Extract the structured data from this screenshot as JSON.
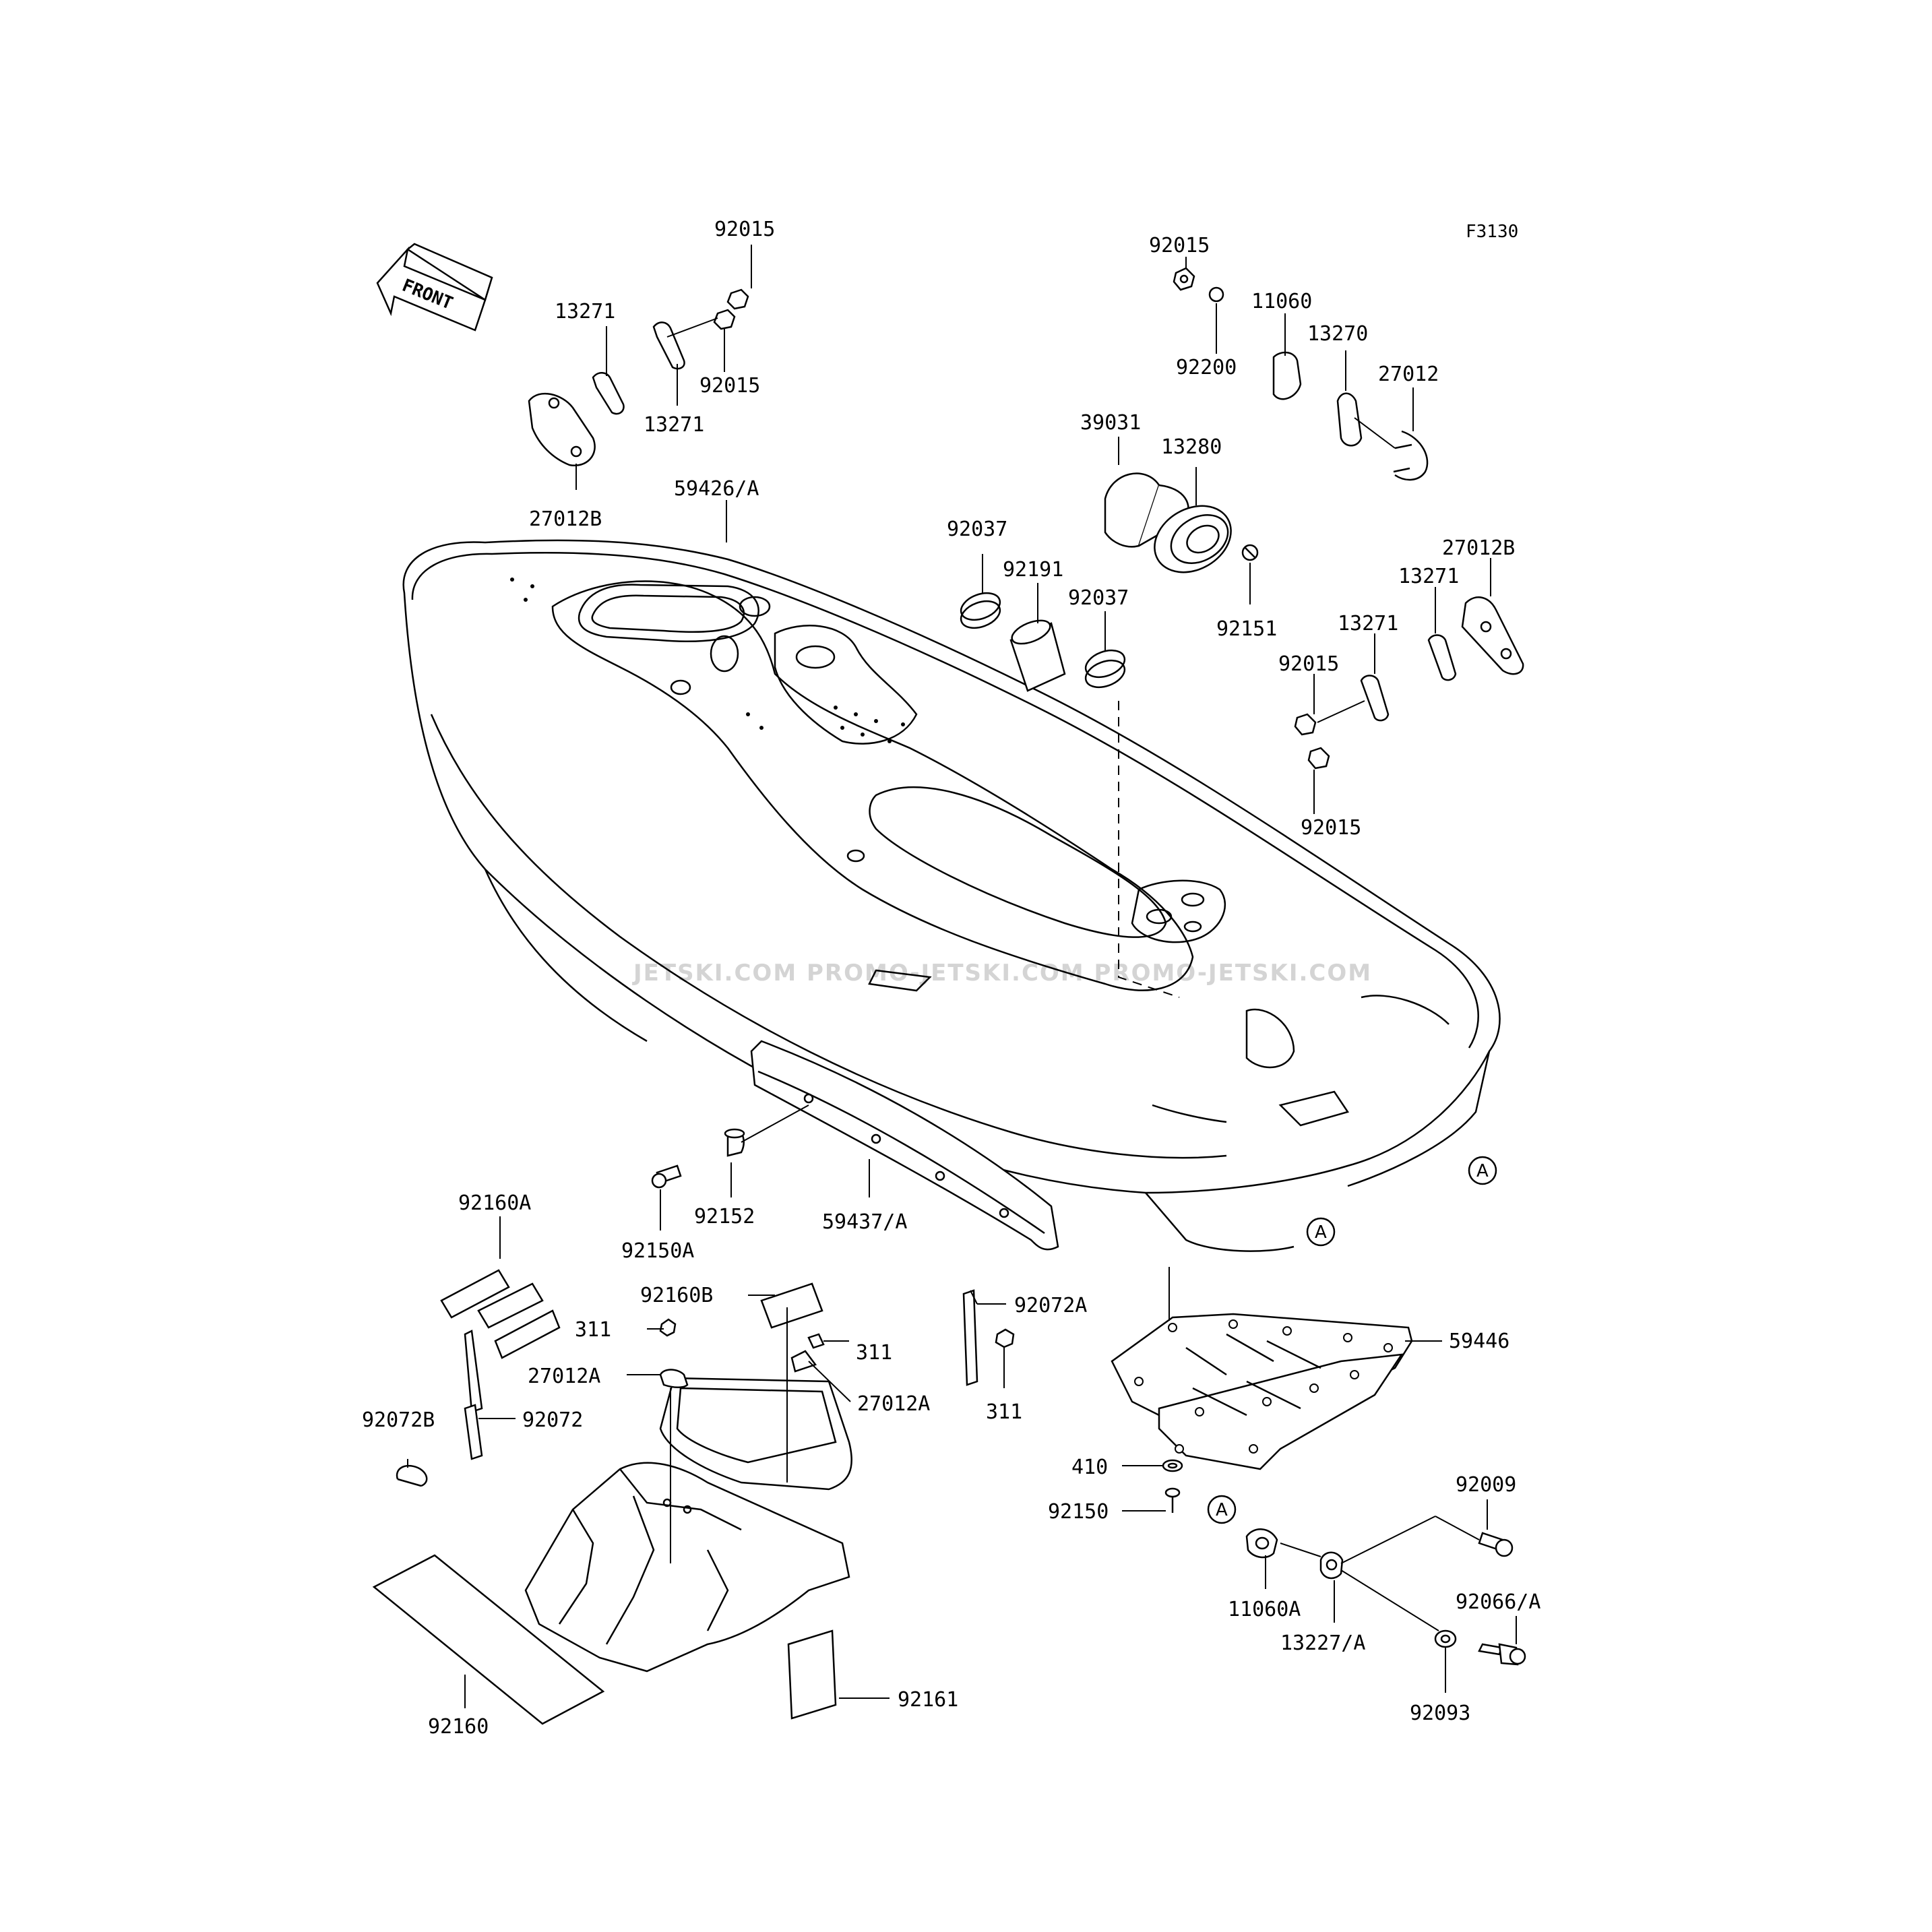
{
  "figure_code": "F3130",
  "direction_label": "FRONT",
  "watermark": "JETSKI.COM  PROMO-JETSKI.COM  PROMO-JETSKI.COM",
  "reference_marker": "A",
  "callouts": [
    {
      "id": "c1",
      "text": "92015"
    },
    {
      "id": "c2",
      "text": "13271"
    },
    {
      "id": "c3",
      "text": "92015"
    },
    {
      "id": "c4",
      "text": "13271"
    },
    {
      "id": "c5",
      "text": "27012B"
    },
    {
      "id": "c6",
      "text": "59426/A"
    },
    {
      "id": "c7",
      "text": "92015"
    },
    {
      "id": "c8",
      "text": "11060"
    },
    {
      "id": "c9",
      "text": "13270"
    },
    {
      "id": "c10",
      "text": "27012"
    },
    {
      "id": "c11",
      "text": "92200"
    },
    {
      "id": "c12",
      "text": "39031"
    },
    {
      "id": "c13",
      "text": "13280"
    },
    {
      "id": "c14",
      "text": "92037"
    },
    {
      "id": "c15",
      "text": "92191"
    },
    {
      "id": "c16",
      "text": "92037"
    },
    {
      "id": "c17",
      "text": "92151"
    },
    {
      "id": "c18",
      "text": "27012B"
    },
    {
      "id": "c19",
      "text": "13271"
    },
    {
      "id": "c20",
      "text": "13271"
    },
    {
      "id": "c21",
      "text": "92015"
    },
    {
      "id": "c22",
      "text": "92015"
    },
    {
      "id": "c23",
      "text": "92152"
    },
    {
      "id": "c24",
      "text": "59437/A"
    },
    {
      "id": "c25",
      "text": "92150A"
    },
    {
      "id": "c26",
      "text": "92160A"
    },
    {
      "id": "c27",
      "text": "92160B"
    },
    {
      "id": "c28",
      "text": "311"
    },
    {
      "id": "c29",
      "text": "311"
    },
    {
      "id": "c30",
      "text": "27012A"
    },
    {
      "id": "c31",
      "text": "27012A"
    },
    {
      "id": "c32",
      "text": "92072A"
    },
    {
      "id": "c33",
      "text": "311"
    },
    {
      "id": "c34",
      "text": "59446"
    },
    {
      "id": "c35",
      "text": "92072B"
    },
    {
      "id": "c36",
      "text": "92072"
    },
    {
      "id": "c37",
      "text": "410"
    },
    {
      "id": "c38",
      "text": "92150"
    },
    {
      "id": "c39",
      "text": "92009"
    },
    {
      "id": "c40",
      "text": "11060A"
    },
    {
      "id": "c41",
      "text": "13227/A"
    },
    {
      "id": "c42",
      "text": "92066/A"
    },
    {
      "id": "c43",
      "text": "92093"
    },
    {
      "id": "c44",
      "text": "92161"
    },
    {
      "id": "c45",
      "text": "92160"
    }
  ]
}
